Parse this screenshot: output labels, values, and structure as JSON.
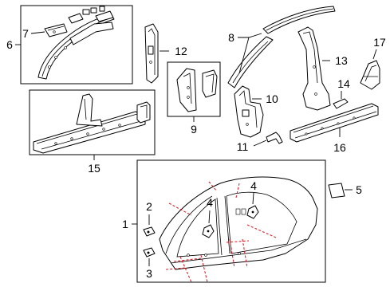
{
  "callouts": {
    "c1": "1",
    "c2": "2",
    "c3": "3",
    "c4a": "4",
    "c4b": "4",
    "c5": "5",
    "c6": "6",
    "c7": "7",
    "c8": "8",
    "c9": "9",
    "c10": "10",
    "c11": "11",
    "c12": "12",
    "c13": "13",
    "c14": "14",
    "c15": "15",
    "c16": "16",
    "c17": "17"
  },
  "colors": {
    "cut_line": "#e0202a",
    "stroke": "#000000",
    "background": "#ffffff"
  }
}
